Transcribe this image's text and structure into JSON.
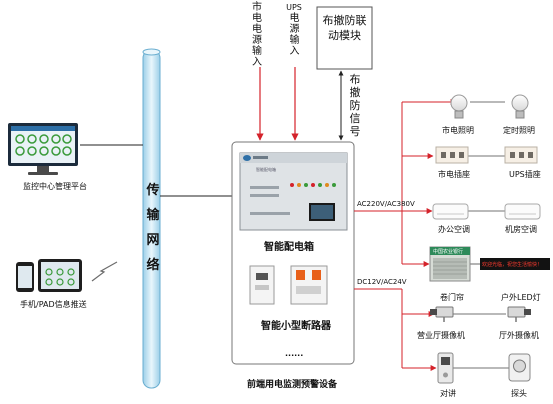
{
  "inputs": {
    "mains": "市电电源输入",
    "ups": "UPS电源输入",
    "arming_signal": "布撤防信号"
  },
  "arming_module": "布撤防联动模块",
  "network": "传输网络",
  "monitor_center": "监控中心管理平台",
  "mobile_push": "手机/PAD信息推送",
  "device": {
    "cabinet": "智能配电箱",
    "breaker": "智能小型断路器",
    "ellipsis": "......",
    "caption": "前端用电监测预警设备",
    "panel_label": "智能配电箱"
  },
  "buses": {
    "ac": "AC220V/AC380V",
    "dc": "DC12V/AC24V"
  },
  "loads": {
    "mains_lighting": "市电照明",
    "timed_lighting": "定时照明",
    "mains_socket": "市电插座",
    "ups_socket": "UPS插座",
    "office_ac": "办公空调",
    "server_ac": "机房空调",
    "shutter": "卷门帘",
    "outdoor_led": "户外LED灯",
    "hall_camera": "营业厅摄像机",
    "outdoor_camera": "厅外摄像机",
    "intercom": "对讲",
    "probe": "探头"
  },
  "shutter_sign": "中国农业银行",
  "led_scroll_text": "欢迎光临，祝您生活愉快！",
  "colors": {
    "signal": "#d4222a",
    "line": "#222222",
    "pipe": "#b9dff1"
  }
}
